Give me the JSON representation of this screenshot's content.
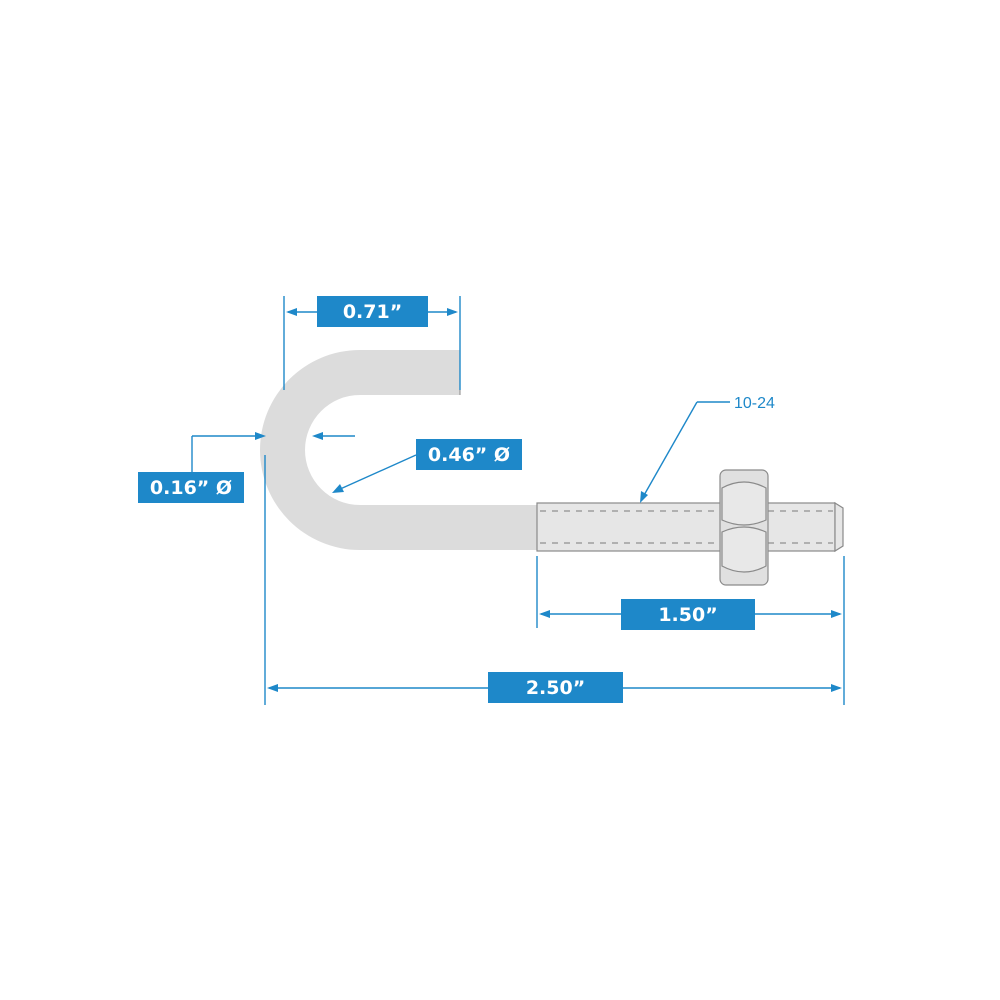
{
  "colors": {
    "accent": "#1e88c9",
    "part_fill": "#dcdcdc",
    "part_stroke": "#8a8a8a",
    "background": "#ffffff"
  },
  "dimensions": {
    "hook_width": "0.71”",
    "wire_diameter": "0.16” Ø",
    "hook_inner_diameter": "0.46” Ø",
    "thread_length": "1.50”",
    "overall_length": "2.50”"
  },
  "callouts": {
    "thread_size": "10-24"
  }
}
